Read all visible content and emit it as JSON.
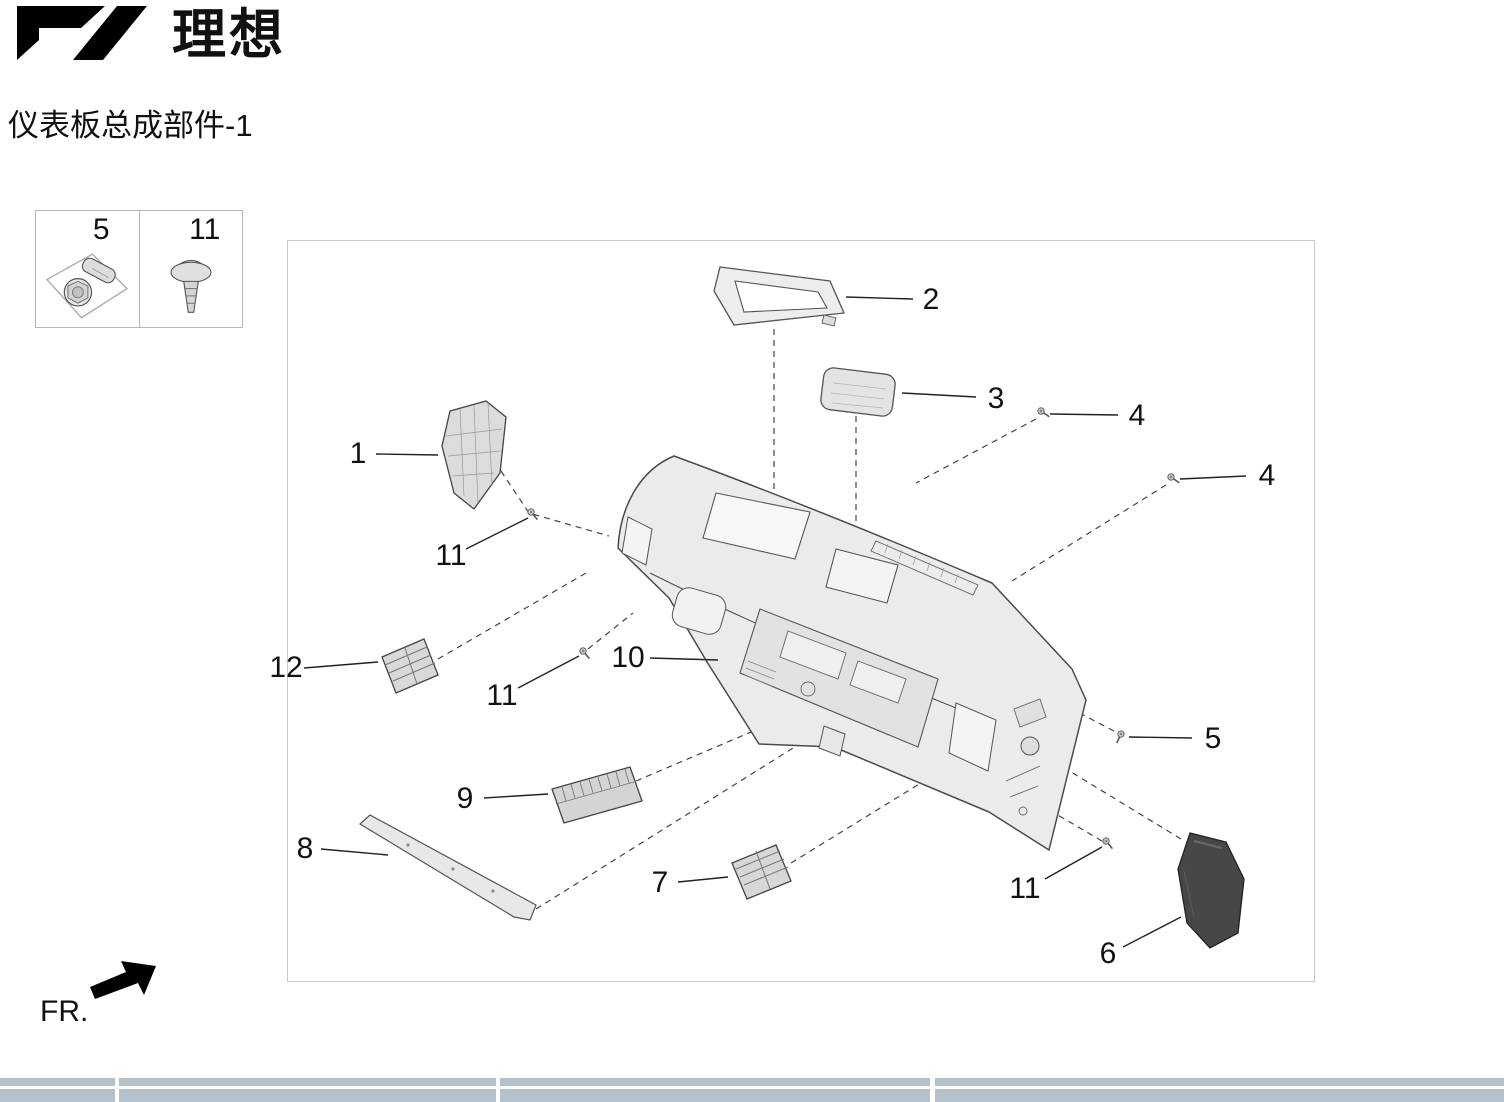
{
  "brand": {
    "name": "理想"
  },
  "title": "仪表板总成部件-1",
  "legend": {
    "items": [
      {
        "number": "5",
        "icon": "bolt-icon"
      },
      {
        "number": "11",
        "icon": "clip-screw-icon"
      }
    ]
  },
  "diagram": {
    "callouts": [
      {
        "label": "1"
      },
      {
        "label": "2"
      },
      {
        "label": "3"
      },
      {
        "label": "4"
      },
      {
        "label": "4"
      },
      {
        "label": "5"
      },
      {
        "label": "6"
      },
      {
        "label": "7"
      },
      {
        "label": "8"
      },
      {
        "label": "9"
      },
      {
        "label": "10"
      },
      {
        "label": "11"
      },
      {
        "label": "11"
      },
      {
        "label": "11"
      },
      {
        "label": "12"
      }
    ]
  },
  "footer": {
    "direction": "FR."
  },
  "colors": {
    "brand": "#000000",
    "line": "#444444",
    "part_fill": "#ebebeb",
    "dark_part": "#474747",
    "table_cell": "#b4c0ca"
  }
}
